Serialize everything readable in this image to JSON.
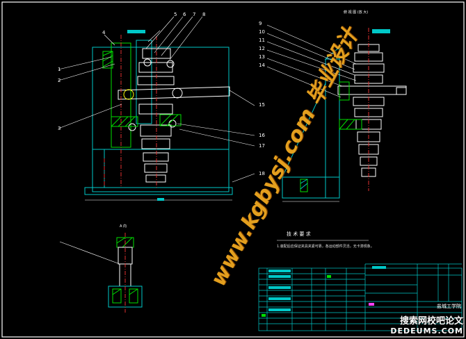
{
  "drawing": {
    "border_color": "#ffffff",
    "line_color": "#00c8c8",
    "hatch_color": "#00e000",
    "highlight_color": "#ffff00",
    "centerline_color": "#e03030",
    "background": "#000000"
  },
  "side_view": {
    "title": "俯 视 图 (放 大)"
  },
  "detail_view": {
    "title": "A 向"
  },
  "tech_requirements": {
    "title": "技 术 要 求",
    "text": "1.装配后应保证夹具夹紧可靠，各运动部件灵活，无卡滞现象。"
  },
  "title_block": {
    "name": "盐城工学院"
  },
  "watermark": {
    "text": "www.kgbysj.com 毕业设计"
  },
  "bottom_watermark": {
    "line1": "搜索网校吧论文",
    "line2": "DEDEUMS.COM"
  },
  "part_labels": [
    "1",
    "2",
    "3",
    "4",
    "5",
    "6",
    "7",
    "8",
    "9",
    "10",
    "11",
    "12",
    "13",
    "14",
    "15",
    "16",
    "17",
    "18"
  ]
}
